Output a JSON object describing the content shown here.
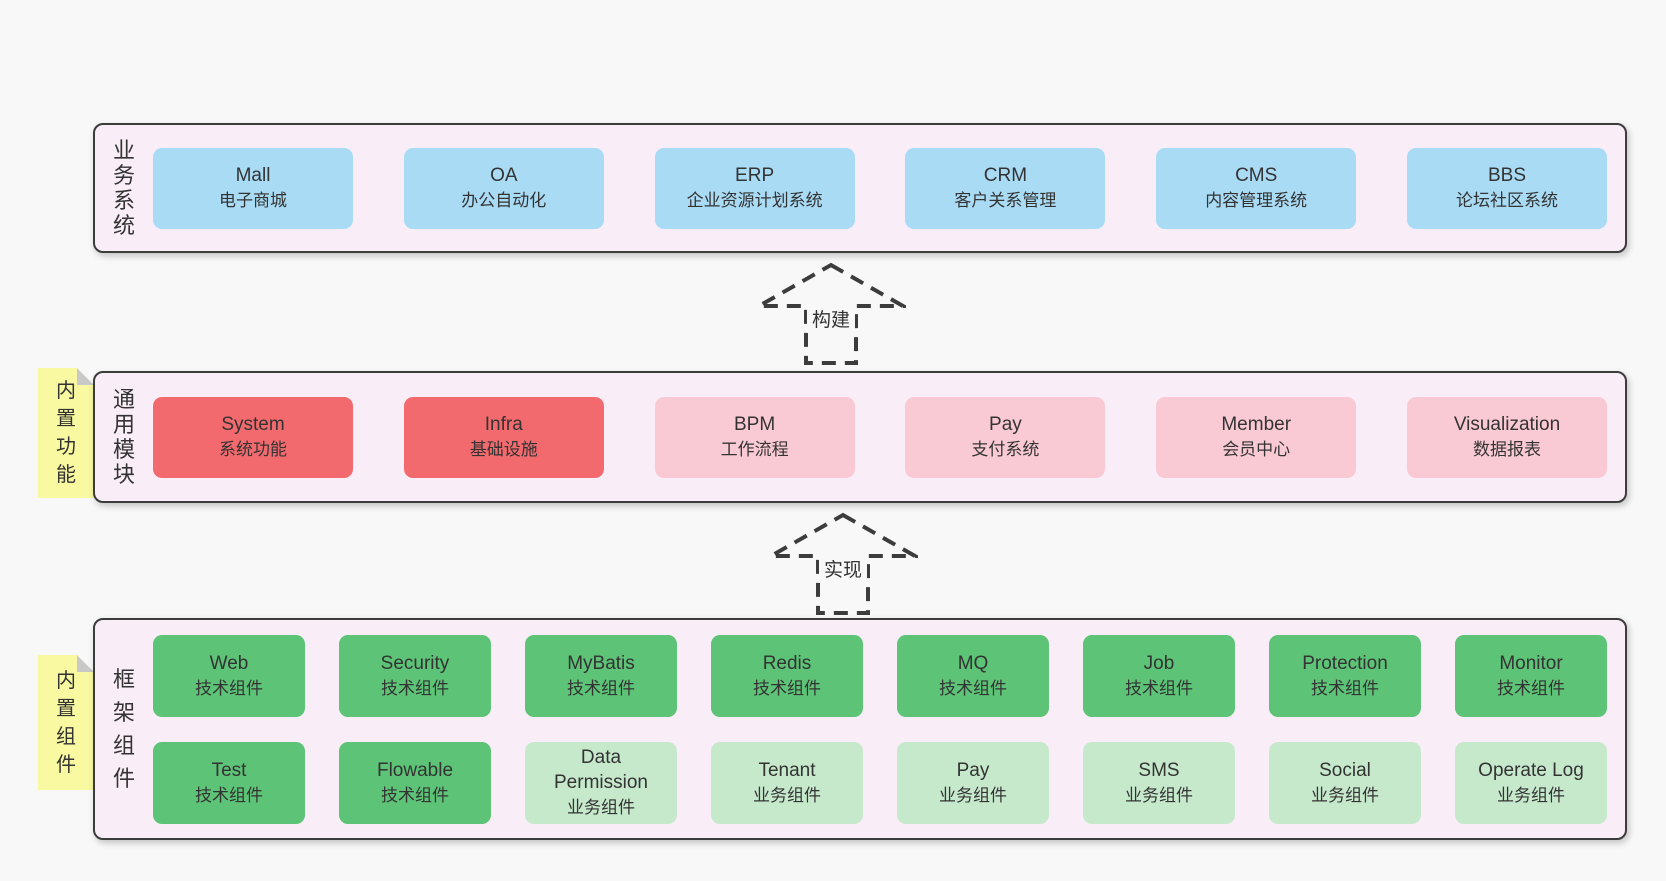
{
  "colors": {
    "page_bg": "#f8f8f8",
    "band_bg": "#f9eef8",
    "border": "#3c3c3c",
    "text": "#333333",
    "blue": "#a9dbf5",
    "red": "#f26a6d",
    "pink": "#facad4",
    "green": "#5dc377",
    "light_green": "#c6e9cc",
    "tag_yellow": "#f9f9a1",
    "tag_fold": "#c9c9c9"
  },
  "bands": [
    {
      "label": "业务系统",
      "tag": null,
      "rows": [
        [
          {
            "en": "Mall",
            "zh": "电子商城",
            "color": "blue"
          },
          {
            "en": "OA",
            "zh": "办公自动化",
            "color": "blue"
          },
          {
            "en": "ERP",
            "zh": "企业资源计划系统",
            "color": "blue"
          },
          {
            "en": "CRM",
            "zh": "客户关系管理",
            "color": "blue"
          },
          {
            "en": "CMS",
            "zh": "内容管理系统",
            "color": "blue"
          },
          {
            "en": "BBS",
            "zh": "论坛社区系统",
            "color": "blue"
          }
        ]
      ]
    },
    {
      "label": "通用模块",
      "tag": "内置功能",
      "rows": [
        [
          {
            "en": "System",
            "zh": "系统功能",
            "color": "red"
          },
          {
            "en": "Infra",
            "zh": "基础设施",
            "color": "red"
          },
          {
            "en": "BPM",
            "zh": "工作流程",
            "color": "pink"
          },
          {
            "en": "Pay",
            "zh": "支付系统",
            "color": "pink"
          },
          {
            "en": "Member",
            "zh": "会员中心",
            "color": "pink"
          },
          {
            "en": "Visualization",
            "zh": "数据报表",
            "color": "pink"
          }
        ]
      ]
    },
    {
      "label": "框架组件",
      "tag": "内置组件",
      "rows": [
        [
          {
            "en": "Web",
            "zh": "技术组件",
            "color": "green"
          },
          {
            "en": "Security",
            "zh": "技术组件",
            "color": "green"
          },
          {
            "en": "MyBatis",
            "zh": "技术组件",
            "color": "green"
          },
          {
            "en": "Redis",
            "zh": "技术组件",
            "color": "green"
          },
          {
            "en": "MQ",
            "zh": "技术组件",
            "color": "green"
          },
          {
            "en": "Job",
            "zh": "技术组件",
            "color": "green"
          },
          {
            "en": "Protection",
            "zh": "技术组件",
            "color": "green"
          },
          {
            "en": "Monitor",
            "zh": "技术组件",
            "color": "green"
          }
        ],
        [
          {
            "en": "Test",
            "zh": "技术组件",
            "color": "green"
          },
          {
            "en": "Flowable",
            "zh": "技术组件",
            "color": "green"
          },
          {
            "en": "Data Permission",
            "zh": "业务组件",
            "color": "light_green"
          },
          {
            "en": "Tenant",
            "zh": "业务组件",
            "color": "light_green"
          },
          {
            "en": "Pay",
            "zh": "业务组件",
            "color": "light_green"
          },
          {
            "en": "SMS",
            "zh": "业务组件",
            "color": "light_green"
          },
          {
            "en": "Social",
            "zh": "业务组件",
            "color": "light_green"
          },
          {
            "en": "Operate Log",
            "zh": "业务组件",
            "color": "light_green"
          }
        ]
      ]
    }
  ],
  "arrows": [
    {
      "label": "构建"
    },
    {
      "label": "实现"
    }
  ]
}
